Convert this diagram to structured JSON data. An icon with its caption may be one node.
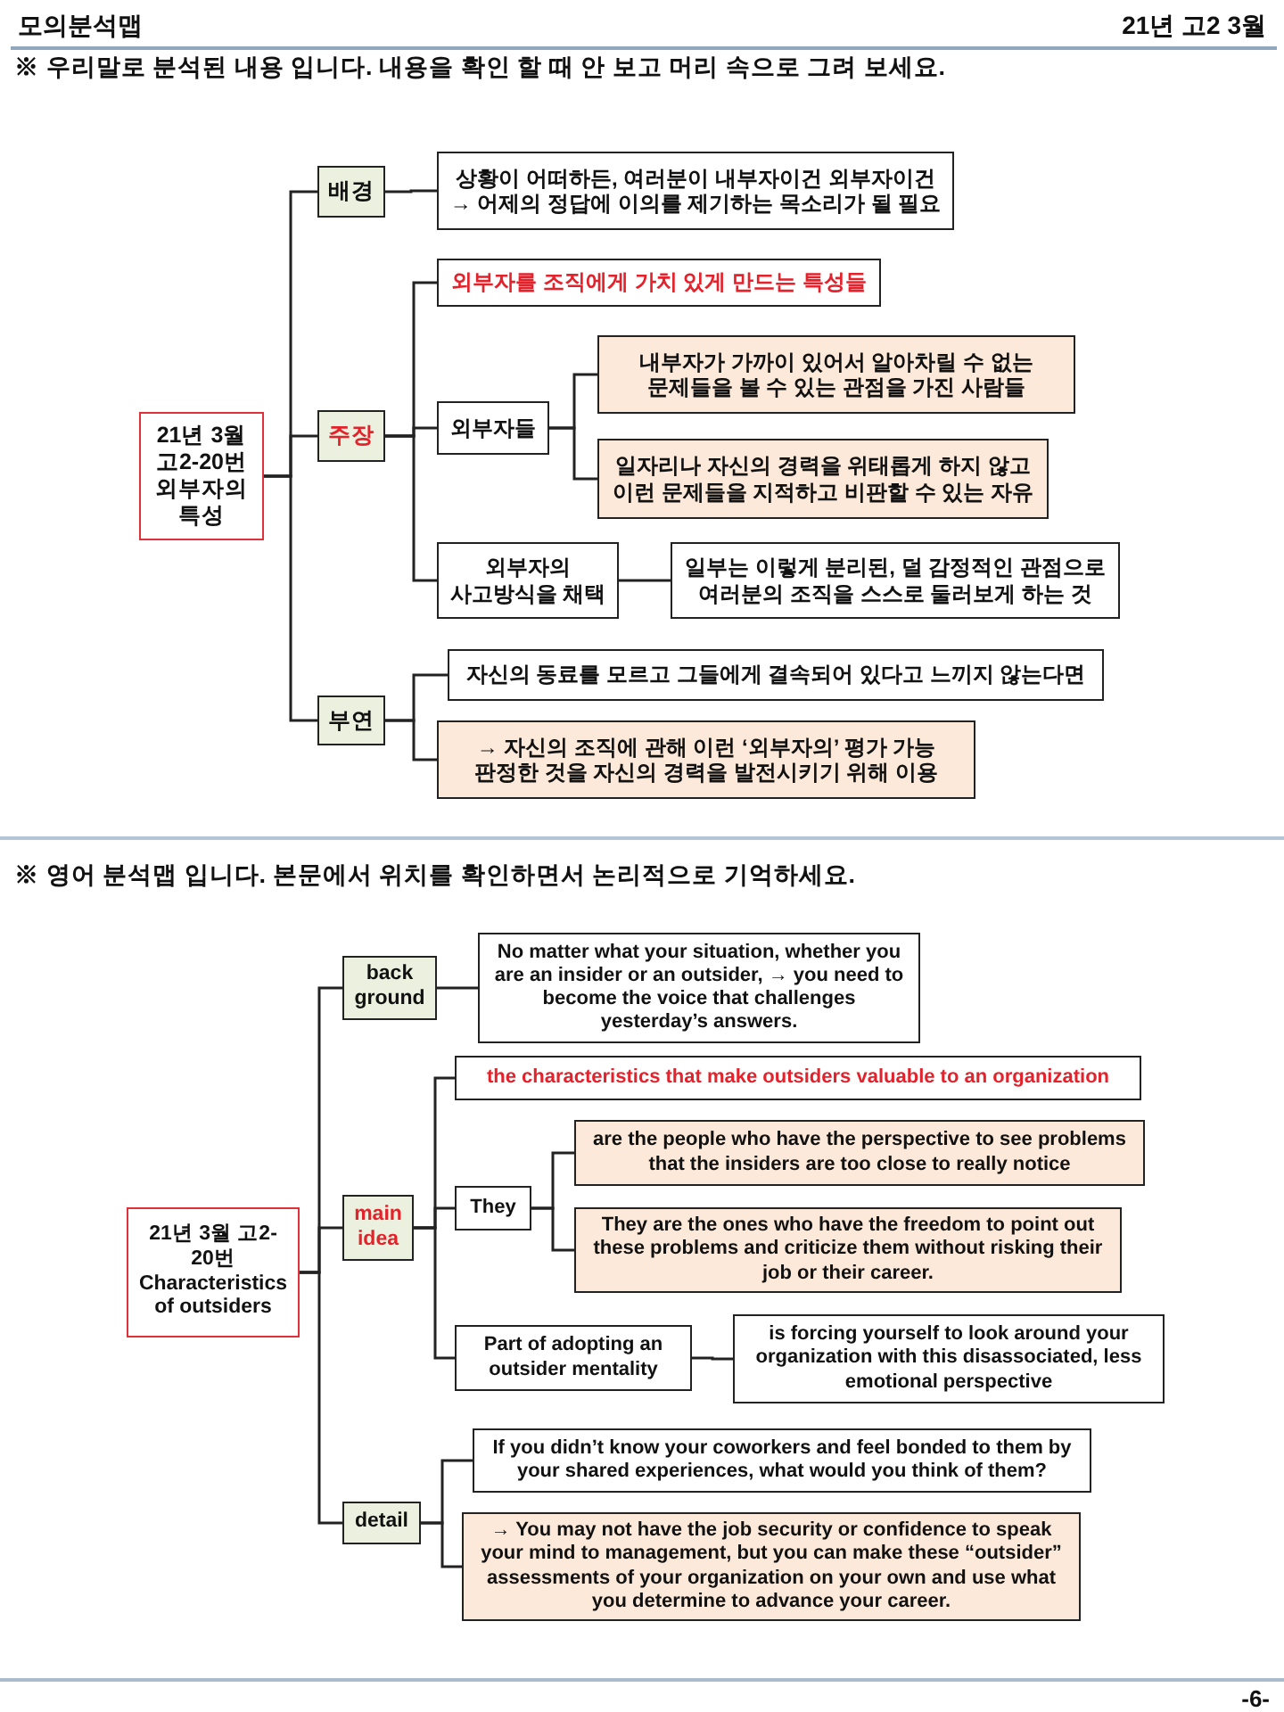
{
  "diagram": {
    "title": "모의분석맵",
    "nodes": [
      {
        "text": [
          "21년 3월 고2-20번 외부자의 특성"
        ]
      },
      {
        "text": [
          "배경"
        ]
      },
      {
        "text": [
          "상황이 어떠하든, 여러분이 내부자이건 외부자이건 → 어제의 정답에 이의를 제기하는 목소리가 될 필요"
        ]
      },
      {
        "text": [
          "주장"
        ]
      },
      {
        "text": [
          "외부자를 조직에게 가치 있게 만드는 특성들"
        ]
      },
      {
        "text": [
          "외부자들"
        ]
      },
      {
        "text": [
          "내부자가 가까이 있어서 알아차릴 수 없는 문제들을 볼 수 있는 관점을 가진 사람들"
        ]
      },
      {
        "text": [
          "일자리나 자신의 경력을 위태롭게 하지 않고 이런 문제들을 지적하고 비판할 수 있는 자유"
        ]
      },
      {
        "text": [
          "외부자의 사고방식을 채택"
        ]
      },
      {
        "text": [
          "일부는 이렇게 분리된, 덜 감정적인 관점으로 여러분의 조직을 스스로 둘러보게 하는 것"
        ]
      },
      {
        "text": [
          "부연"
        ]
      },
      {
        "text": [
          "자신의 동료를 모르고 그들에게 결속되어 있다고 느끼지 않는다면"
        ]
      },
      {
        "text": [
          "→ 자신의 조직에 관해 이런 ‘외부자의’ 평가 가능 판정한 것을 자신의 경력을 발전시키기 위해 이용"
        ]
      },
      {
        "text": [
          "21년 3월 고2-20번 Characteristics of outsiders"
        ]
      },
      {
        "text": [
          "back ground"
        ]
      },
      {
        "text": [
          "No matter what your situation, whether you are an insider or an outsider, → you need to become the voice that challenges yesterday’s answers."
        ]
      },
      {
        "text": [
          "main idea"
        ]
      },
      {
        "text": [
          "the characteristics that make outsiders valuable to an organization"
        ]
      },
      {
        "text": [
          "They"
        ]
      },
      {
        "text": [
          "are the people who have the perspective to see problems that the insiders are too close to really notice"
        ]
      },
      {
        "text": [
          "They are the ones who have the freedom to point out these problems and criticize them without risking their job or their career."
        ]
      },
      {
        "text": [
          "Part of adopting an outsider mentality"
        ]
      },
      {
        "text": [
          "is forcing yourself to look around your organization with this disassociated, less emotional perspective"
        ]
      },
      {
        "text": [
          "detail"
        ]
      },
      {
        "text": [
          "If you didn’t know your coworkers and feel bonded to them by your shared experiences, what would you think of them?"
        ]
      },
      {
        "text": [
          "→ You may not have the job security or confidence to speak your mind to management, but you can make these “outsider” assessments of your organization on your own and use what you determine to advance your career."
        ]
      }
    ],
    "edges": [
      {
        "from": 0,
        "to": 1,
        "arrow": "none"
      },
      {
        "from": 1,
        "to": 2,
        "arrow": "none"
      },
      {
        "from": 0,
        "to": 3,
        "arrow": "none"
      },
      {
        "from": 3,
        "to": 4,
        "arrow": "none"
      },
      {
        "from": 3,
        "to": 5,
        "arrow": "none"
      },
      {
        "from": 5,
        "to": 6,
        "arrow": "none"
      },
      {
        "from": 5,
        "to": 7,
        "arrow": "none"
      },
      {
        "from": 3,
        "to": 8,
        "arrow": "none"
      },
      {
        "from": 8,
        "to": 9,
        "arrow": "none"
      },
      {
        "from": 0,
        "to": 10,
        "arrow": "none"
      },
      {
        "from": 10,
        "to": 11,
        "arrow": "none"
      },
      {
        "from": 10,
        "to": 12,
        "arrow": "none"
      },
      {
        "from": 13,
        "to": 14,
        "arrow": "none"
      },
      {
        "from": 14,
        "to": 15,
        "arrow": "none"
      },
      {
        "from": 13,
        "to": 16,
        "arrow": "none"
      },
      {
        "from": 16,
        "to": 17,
        "arrow": "none"
      },
      {
        "from": 16,
        "to": 18,
        "arrow": "none"
      },
      {
        "from": 18,
        "to": 19,
        "arrow": "none"
      },
      {
        "from": 18,
        "to": 20,
        "arrow": "none"
      },
      {
        "from": 16,
        "to": 21,
        "arrow": "none"
      },
      {
        "from": 21,
        "to": 22,
        "arrow": "none"
      },
      {
        "from": 13,
        "to": 23,
        "arrow": "none"
      },
      {
        "from": 23,
        "to": 24,
        "arrow": "none"
      },
      {
        "from": 23,
        "to": 25,
        "arrow": "none"
      }
    ],
    "labels": [
      "21년 고2 3월",
      "※ 우리말로 분석된 내용 입니다. 내용을 확인 할 때 안 보고 머리 속으로 그려 보세요.",
      "※ 영어 분석맵 입니다. 본문에서 위치를 확인하면서 논리적으로 기억하세요.",
      "-6-"
    ]
  }
}
